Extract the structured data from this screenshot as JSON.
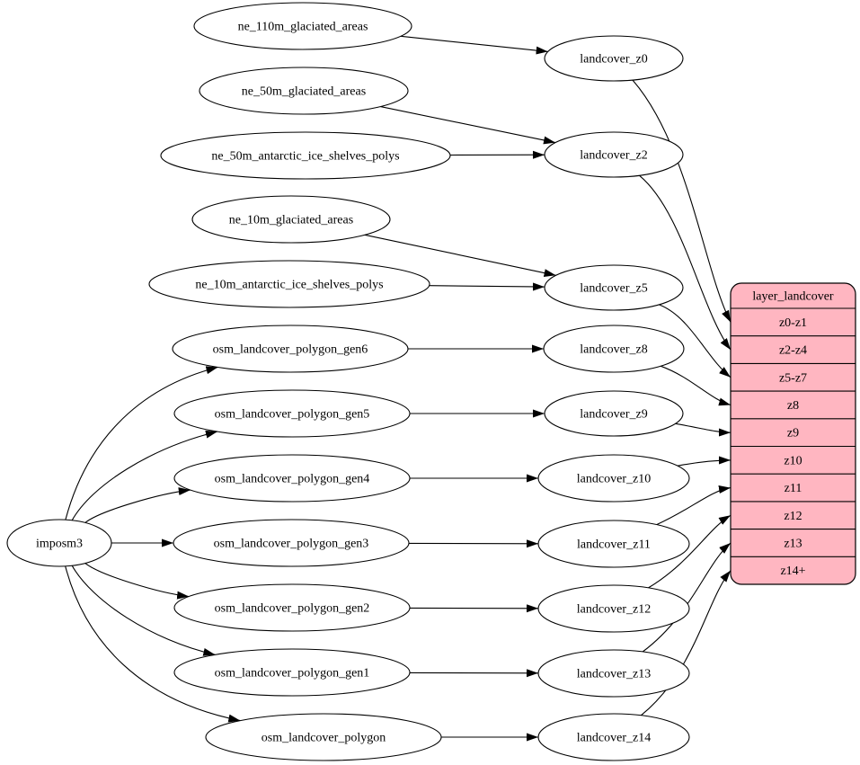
{
  "diagram": {
    "kind": "etl-dependency-graph",
    "background_color": "#ffffff",
    "node_fill_color": "#ffffff",
    "node_stroke_color": "#000000",
    "edge_color": "#000000",
    "text_color": "#000000",
    "nodes": [
      {
        "id": "imposm3",
        "label": "imposm3"
      },
      {
        "id": "ne_110m_glaciated_areas",
        "label": "ne_110m_glaciated_areas"
      },
      {
        "id": "ne_50m_glaciated_areas",
        "label": "ne_50m_glaciated_areas"
      },
      {
        "id": "ne_50m_antarctic_ice_shelves_polys",
        "label": "ne_50m_antarctic_ice_shelves_polys"
      },
      {
        "id": "ne_10m_glaciated_areas",
        "label": "ne_10m_glaciated_areas"
      },
      {
        "id": "ne_10m_antarctic_ice_shelves_polys",
        "label": "ne_10m_antarctic_ice_shelves_polys"
      },
      {
        "id": "osm_landcover_polygon_gen6",
        "label": "osm_landcover_polygon_gen6"
      },
      {
        "id": "osm_landcover_polygon_gen5",
        "label": "osm_landcover_polygon_gen5"
      },
      {
        "id": "osm_landcover_polygon_gen4",
        "label": "osm_landcover_polygon_gen4"
      },
      {
        "id": "osm_landcover_polygon_gen3",
        "label": "osm_landcover_polygon_gen3"
      },
      {
        "id": "osm_landcover_polygon_gen2",
        "label": "osm_landcover_polygon_gen2"
      },
      {
        "id": "osm_landcover_polygon_gen1",
        "label": "osm_landcover_polygon_gen1"
      },
      {
        "id": "osm_landcover_polygon",
        "label": "osm_landcover_polygon"
      },
      {
        "id": "landcover_z0",
        "label": "landcover_z0"
      },
      {
        "id": "landcover_z2",
        "label": "landcover_z2"
      },
      {
        "id": "landcover_z5",
        "label": "landcover_z5"
      },
      {
        "id": "landcover_z8",
        "label": "landcover_z8"
      },
      {
        "id": "landcover_z9",
        "label": "landcover_z9"
      },
      {
        "id": "landcover_z10",
        "label": "landcover_z10"
      },
      {
        "id": "landcover_z11",
        "label": "landcover_z11"
      },
      {
        "id": "landcover_z12",
        "label": "landcover_z12"
      },
      {
        "id": "landcover_z13",
        "label": "landcover_z13"
      },
      {
        "id": "landcover_z14",
        "label": "landcover_z14"
      }
    ],
    "table": {
      "id": "layer_landcover",
      "title": "layer_landcover",
      "fill_color": "#ffb6c1",
      "rows": [
        "z0-z1",
        "z2-z4",
        "z5-z7",
        "z8",
        "z9",
        "z10",
        "z11",
        "z12",
        "z13",
        "z14+"
      ]
    },
    "edges": [
      {
        "from": "ne_110m_glaciated_areas",
        "to": "landcover_z0"
      },
      {
        "from": "ne_50m_glaciated_areas",
        "to": "landcover_z2"
      },
      {
        "from": "ne_50m_antarctic_ice_shelves_polys",
        "to": "landcover_z2"
      },
      {
        "from": "ne_10m_glaciated_areas",
        "to": "landcover_z5"
      },
      {
        "from": "ne_10m_antarctic_ice_shelves_polys",
        "to": "landcover_z5"
      },
      {
        "from": "osm_landcover_polygon_gen6",
        "to": "landcover_z8"
      },
      {
        "from": "osm_landcover_polygon_gen5",
        "to": "landcover_z9"
      },
      {
        "from": "osm_landcover_polygon_gen4",
        "to": "landcover_z10"
      },
      {
        "from": "osm_landcover_polygon_gen3",
        "to": "landcover_z11"
      },
      {
        "from": "osm_landcover_polygon_gen2",
        "to": "landcover_z12"
      },
      {
        "from": "osm_landcover_polygon_gen1",
        "to": "landcover_z13"
      },
      {
        "from": "osm_landcover_polygon",
        "to": "landcover_z14"
      },
      {
        "from": "imposm3",
        "to": "osm_landcover_polygon_gen6"
      },
      {
        "from": "imposm3",
        "to": "osm_landcover_polygon_gen5"
      },
      {
        "from": "imposm3",
        "to": "osm_landcover_polygon_gen4"
      },
      {
        "from": "imposm3",
        "to": "osm_landcover_polygon_gen3"
      },
      {
        "from": "imposm3",
        "to": "osm_landcover_polygon_gen2"
      },
      {
        "from": "imposm3",
        "to": "osm_landcover_polygon_gen1"
      },
      {
        "from": "imposm3",
        "to": "osm_landcover_polygon"
      },
      {
        "from": "landcover_z0",
        "to": "layer_landcover:z0-z1"
      },
      {
        "from": "landcover_z2",
        "to": "layer_landcover:z2-z4"
      },
      {
        "from": "landcover_z5",
        "to": "layer_landcover:z5-z7"
      },
      {
        "from": "landcover_z8",
        "to": "layer_landcover:z8"
      },
      {
        "from": "landcover_z9",
        "to": "layer_landcover:z9"
      },
      {
        "from": "landcover_z10",
        "to": "layer_landcover:z10"
      },
      {
        "from": "landcover_z11",
        "to": "layer_landcover:z11"
      },
      {
        "from": "landcover_z12",
        "to": "layer_landcover:z12"
      },
      {
        "from": "landcover_z13",
        "to": "layer_landcover:z13"
      },
      {
        "from": "landcover_z14",
        "to": "layer_landcover:z14+"
      }
    ]
  }
}
